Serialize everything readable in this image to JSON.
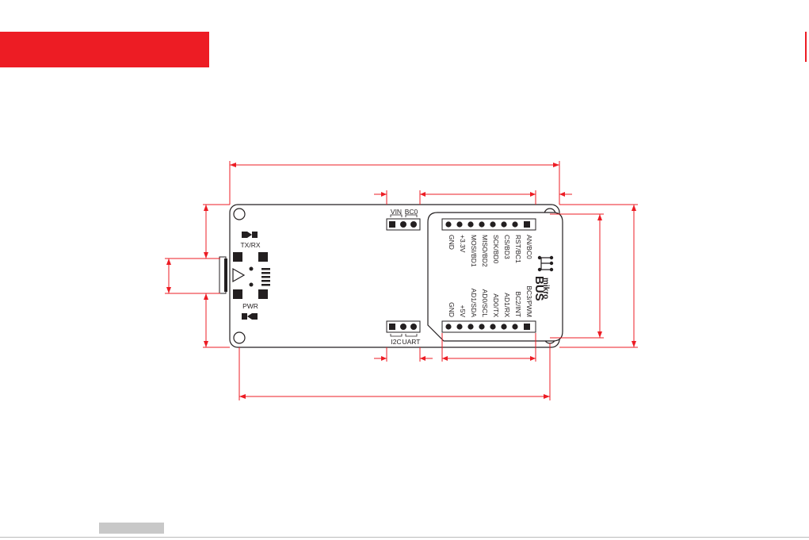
{
  "colors": {
    "accent": "#ed1c24",
    "outline": "#231f20",
    "dimension": "#ed1c24"
  },
  "header": {
    "banner_color": "#ed1c24"
  },
  "board": {
    "top_labels": {
      "vin": "VIN",
      "bc0": "BC0",
      "tx_rx": "TX/RX",
      "pwr": "PWR",
      "i2c": "I2C",
      "uart": "UART"
    },
    "mikrobus": {
      "logo_top": "mikro",
      "logo_bottom": "BUS",
      "left_pins": [
        "AN/BC0",
        "RST/BC1",
        "CS/BD3",
        "SCK/BD0",
        "MISO/BD2",
        "MOSI/BD1",
        "+3.3V",
        "GND"
      ],
      "right_pins": [
        "BC3/PWM",
        "BC2/INT",
        "AD1/RX",
        "AD0/TX",
        "AD0/SCL",
        "AD1/SDA",
        "+5V",
        "GND"
      ]
    }
  }
}
